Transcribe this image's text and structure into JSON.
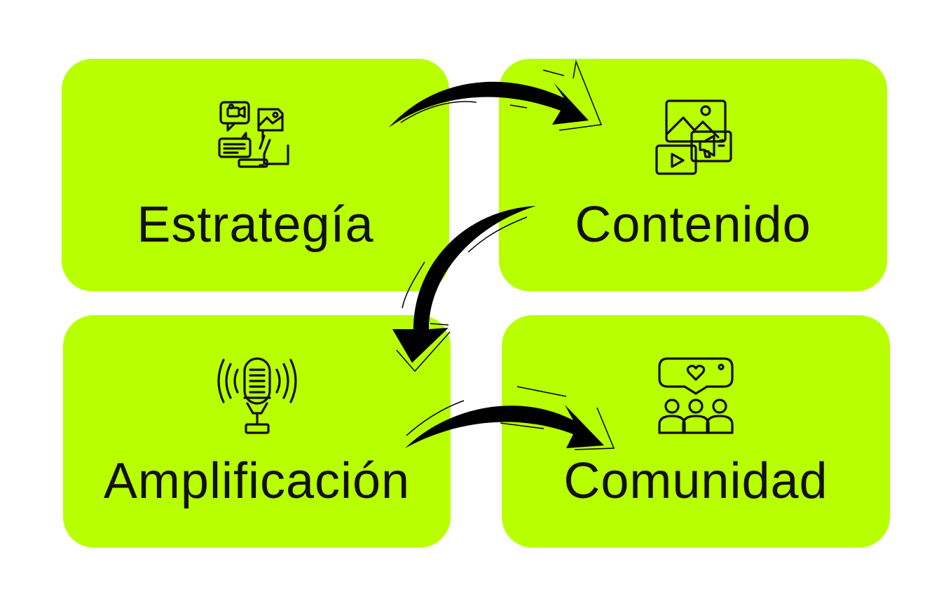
{
  "diagram": {
    "box_color": "#b8ff00",
    "text_color": "#111111",
    "arrow_color": "#000000",
    "steps": [
      {
        "id": "estrategia",
        "label": "Estrategía",
        "icon": "social-media-strategy-icon"
      },
      {
        "id": "contenido",
        "label": "Contenido",
        "icon": "media-content-icon"
      },
      {
        "id": "amplificacion",
        "label": "Amplificación",
        "icon": "microphone-broadcast-icon"
      },
      {
        "id": "comunidad",
        "label": "Comunidad",
        "icon": "community-chat-icon"
      }
    ],
    "flow": [
      "estrategia",
      "contenido",
      "amplificacion",
      "comunidad"
    ]
  }
}
